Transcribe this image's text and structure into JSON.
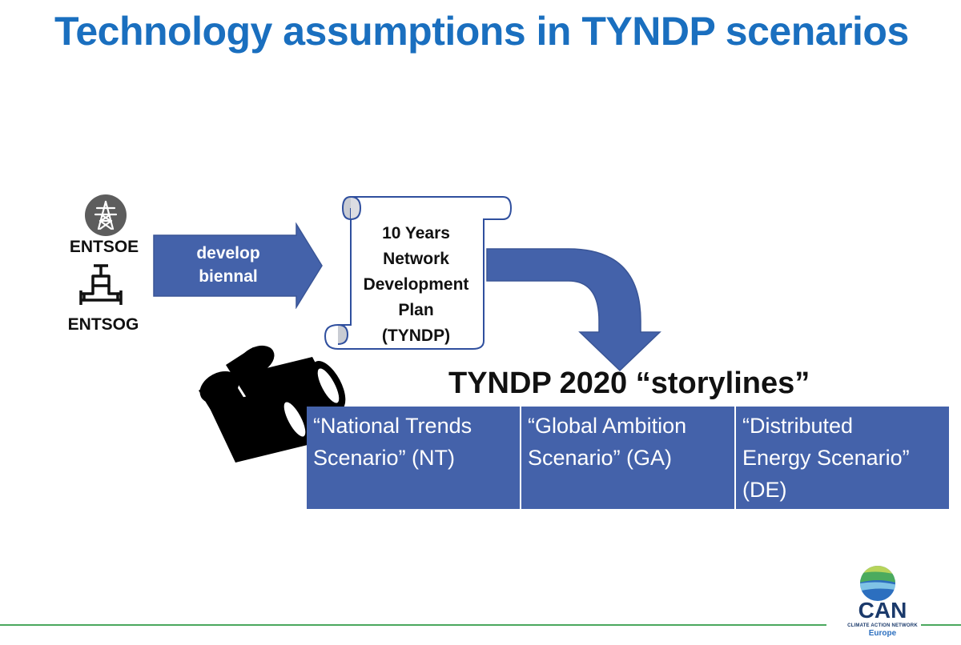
{
  "title": "Technology assumptions in TYNDP scenarios",
  "orgs": {
    "entsoe": {
      "label": "ENTSOE",
      "icon": "transmission-tower-icon"
    },
    "entsog": {
      "label": "ENTSOG",
      "icon": "gas-pipe-valve-icon"
    }
  },
  "arrow": {
    "line1": "develop",
    "line2": "biennal",
    "color": "#4462aa"
  },
  "scroll": {
    "lines": [
      "10 Years",
      "Network",
      "Development",
      "Plan",
      "(TYNDP)"
    ],
    "icon": "scroll-icon"
  },
  "storylines": {
    "heading": "TYNDP 2020 “storylines”",
    "icon": "binoculars-icon",
    "scenarios": [
      {
        "line1": "“National Trends",
        "line2": "Scenario” (NT)",
        "line3": ""
      },
      {
        "line1": "“Global Ambition",
        "line2": "Scenario” (GA)",
        "line3": ""
      },
      {
        "line1": "“Distributed",
        "line2": "Energy Scenario”",
        "line3": "(DE)"
      }
    ]
  },
  "logo": {
    "name": "CAN",
    "subtitle": "CLIMATE ACTION NETWORK",
    "region": "Europe"
  },
  "colors": {
    "title": "#1a6fbf",
    "shape_fill": "#4462aa",
    "divider": "#4aa85e"
  }
}
